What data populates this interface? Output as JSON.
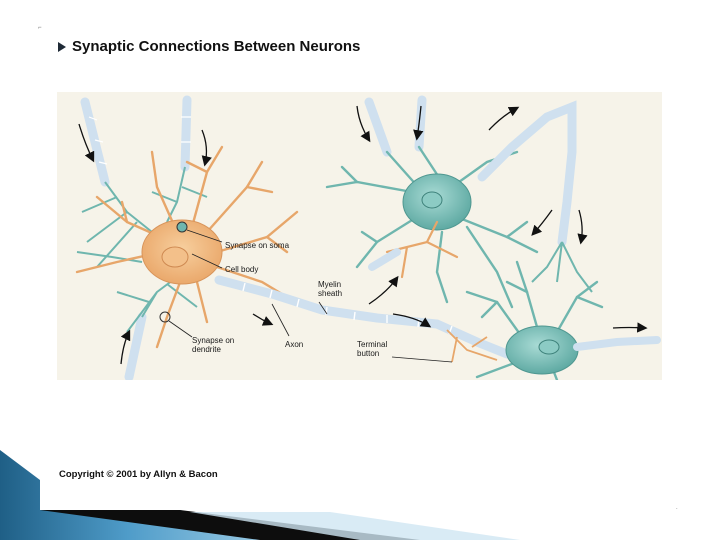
{
  "slide": {
    "title": "Synaptic Connections Between Neurons",
    "copyright": "Copyright © 2001 by Allyn & Bacon"
  },
  "figure": {
    "labels": {
      "synapse_on_soma": "Synapse on soma",
      "cell_body": "Cell body",
      "myelin_sheath": "Myelin\nsheath",
      "synapse_on_dendrite": "Synapse on\ndendrite",
      "axon": "Axon",
      "terminal_button": "Terminal\nbutton"
    }
  },
  "colors": {
    "orange_neuron": "#f2b880",
    "teal_neuron": "#7fc3bc",
    "myelin": "#cfe0ef",
    "background": "#f6f3e9",
    "band_dark": "#1f5f86",
    "band_light": "#8cc4e2"
  }
}
